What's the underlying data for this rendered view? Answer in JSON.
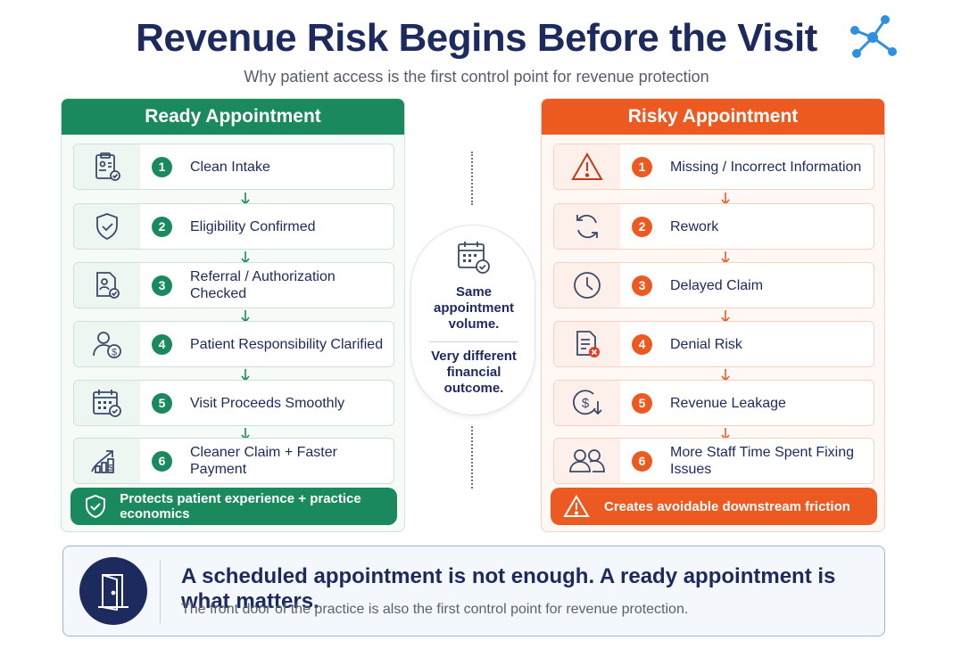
{
  "header": {
    "title": "Revenue Risk Begins Before the Visit",
    "subtitle": "Why patient access is the first control point for revenue protection",
    "logo_icon": "network-molecule-icon",
    "accent_blue": "#2f8fe0"
  },
  "ready": {
    "title": "Ready Appointment",
    "color": "#1a8a5e",
    "steps": [
      {
        "num": "1",
        "label": "Clean Intake",
        "icon": "clipboard-check-icon"
      },
      {
        "num": "2",
        "label": "Eligibility Confirmed",
        "icon": "shield-check-icon"
      },
      {
        "num": "3",
        "label": "Referral / Authorization Checked",
        "icon": "document-user-check-icon"
      },
      {
        "num": "4",
        "label": "Patient Responsibility Clarified",
        "icon": "person-dollar-icon"
      },
      {
        "num": "5",
        "label": "Visit Proceeds Smoothly",
        "icon": "calendar-check-icon"
      },
      {
        "num": "6",
        "label": "Cleaner Claim + Faster Payment",
        "icon": "growth-chart-dollar-icon"
      }
    ],
    "footer": "Protects patient experience + practice economics",
    "footer_icon": "shield-check-icon"
  },
  "risky": {
    "title": "Risky Appointment",
    "color": "#ec5a22",
    "steps": [
      {
        "num": "1",
        "label": "Missing / Incorrect Information",
        "icon": "warning-triangle-icon"
      },
      {
        "num": "2",
        "label": "Rework",
        "icon": "refresh-cycle-icon"
      },
      {
        "num": "3",
        "label": "Delayed Claim",
        "icon": "clock-icon"
      },
      {
        "num": "4",
        "label": "Denial Risk",
        "icon": "document-x-icon"
      },
      {
        "num": "5",
        "label": "Revenue Leakage",
        "icon": "dollar-down-icon"
      },
      {
        "num": "6",
        "label": "More Staff Time Spent Fixing Issues",
        "icon": "staff-people-icon"
      }
    ],
    "footer": "Creates avoidable downstream friction",
    "footer_icon": "warning-triangle-icon"
  },
  "center": {
    "icon": "calendar-check-icon",
    "top_text": "Same appointment volume.",
    "bottom_text": "Very different financial outcome."
  },
  "banner": {
    "icon": "open-door-icon",
    "main": "A scheduled appointment is not enough. A ready appointment is what matters.",
    "sub": "The front door of the practice is also the first control point for revenue protection."
  }
}
